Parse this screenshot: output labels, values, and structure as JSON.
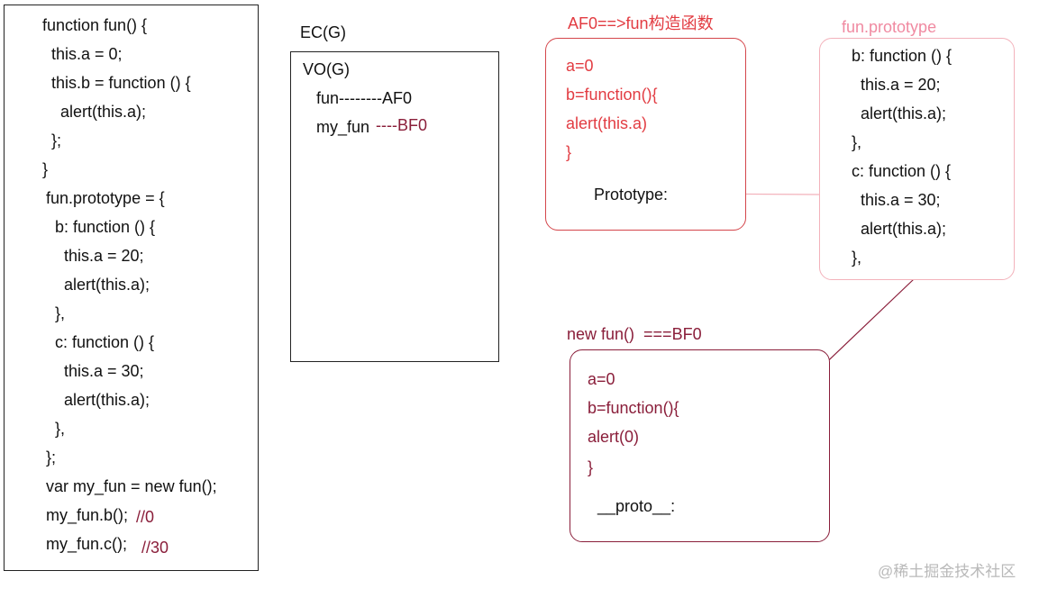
{
  "code_box": {
    "lines": [
      "function fun() {",
      "  this.a = 0;",
      "  this.b = function () {",
      "    alert(this.a);",
      "  };",
      "}",
      "fun.prototype = {",
      "  b: function () {",
      "    this.a = 20;",
      "    alert(this.a);",
      "  },",
      "  c: function () {",
      "    this.a = 30;",
      "    alert(this.a);",
      "  },",
      "};",
      "var my_fun = new fun();",
      "my_fun.b();",
      "my_fun.c();"
    ],
    "comment_b": "//0",
    "comment_c": "//30"
  },
  "ec_box": {
    "title": "EC(G)",
    "vo_title": "VO(G)",
    "fun_line": "fun--------AF0",
    "my_fun_label": "my_fun",
    "my_fun_ref": "----BF0"
  },
  "af0_box": {
    "title": "AF0==>fun构造函数",
    "lines": [
      "a=0",
      "b=function(){",
      "alert(this.a)",
      "}"
    ],
    "prototype_label": "Prototype:"
  },
  "proto_box": {
    "title": "fun.prototype",
    "lines": [
      "b: function () {",
      "  this.a = 20;",
      "  alert(this.a);",
      "},",
      "c: function () {",
      "  this.a = 30;",
      "  alert(this.a);",
      "},"
    ]
  },
  "bf0_box": {
    "title": "new fun()  ===BF0",
    "lines": [
      "a=0",
      "b=function(){",
      "alert(0)",
      "}"
    ],
    "proto_label": "__proto__:"
  },
  "watermark": "@稀土掘金技术社区",
  "colors": {
    "red": "#e23c42",
    "maroon": "#8a1e3a",
    "pink": "#f08aa1",
    "black": "#222222"
  }
}
